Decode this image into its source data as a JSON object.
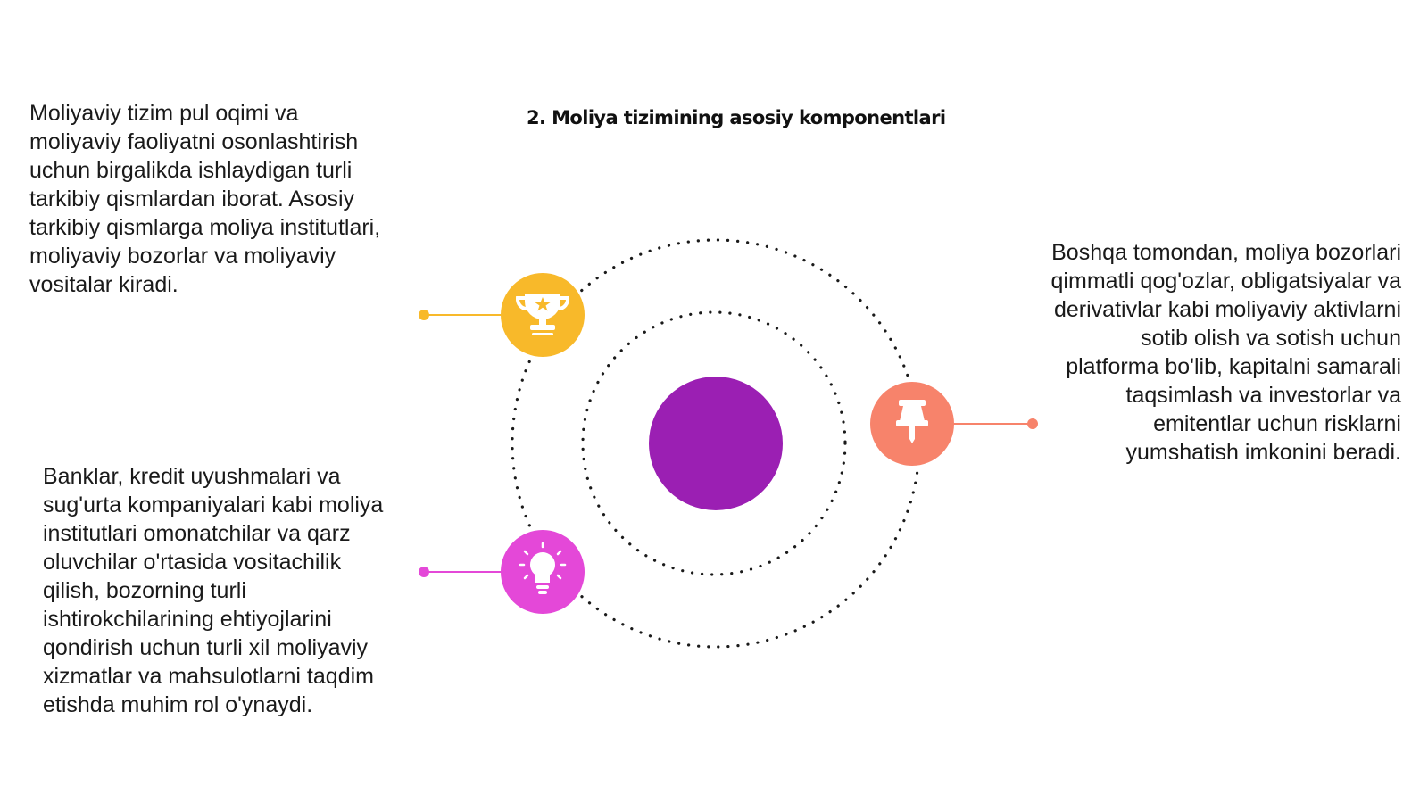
{
  "slide": {
    "title": "2. Moliya tizimining asosiy komponentlari",
    "paragraphs": {
      "top_left": "Moliyaviy tizim pul oqimi va moliyaviy faoliyatni osonlashtirish uchun birgalikda ishlaydigan turli tarkibiy qismlardan iborat. Asosiy tarkibiy qismlarga moliya institutlari, moliyaviy bozorlar va moliyaviy vositalar kiradi.",
      "bottom_left": "Banklar, kredit uyushmalari va sug'urta kompaniyalari kabi moliya institutlari omonatchilar va qarz oluvchilar o'rtasida vositachilik qilish, bozorning turli ishtirokchilarining ehtiyojlarini qondirish uchun turli xil moliyaviy xizmatlar va mahsulotlarni taqdim etishda muhim rol o'ynaydi.",
      "right": "Boshqa tomondan, moliya bozorlari qimmatli qog'ozlar, obligatsiyalar va derivativlar kabi moliyaviy aktivlarni sotib olish va sotish uchun platforma bo'lib, kapitalni samarali taqsimlash va investorlar va emitentlar uchun risklarni yumshatish imkonini beradi."
    }
  },
  "diagram": {
    "center_color": "#9b1fb3",
    "nodes": [
      {
        "icon": "trophy-icon",
        "color": "#f8b92a"
      },
      {
        "icon": "pushpin-icon",
        "color": "#f7836b"
      },
      {
        "icon": "lightbulb-icon",
        "color": "#e448d8"
      }
    ]
  }
}
